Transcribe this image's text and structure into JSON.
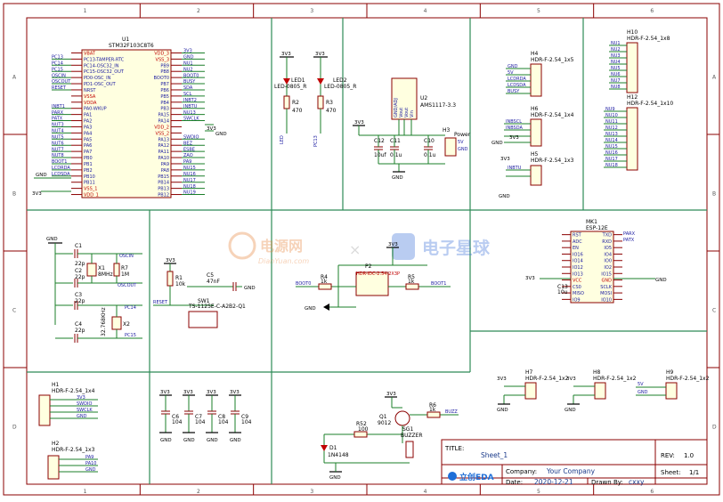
{
  "frame": {
    "cols": [
      "1",
      "2",
      "3",
      "4",
      "5",
      "6"
    ],
    "rows": [
      "A",
      "B",
      "C",
      "D"
    ]
  },
  "title_block": {
    "title_label": "TITLE:",
    "title": "Sheet_1",
    "rev_label": "REV:",
    "rev": "1.0",
    "company_label": "Company:",
    "company": "Your Company",
    "sheet_label": "Sheet:",
    "sheet": "1/1",
    "date_label": "Date:",
    "date": "2020-12-21",
    "drawn_label": "Drawn By:",
    "drawn": "cxxy",
    "logo": "立创EDA"
  },
  "watermark": {
    "left": "电源网",
    "left_sub": "DianYuan.com",
    "x": "×",
    "right": "电子星球"
  },
  "u1": {
    "ref": "U1",
    "value": "STM32F103C8T6",
    "left_pins": [
      "VBAT",
      "PC13-TAMPER-RTC",
      "PC14-OSC32_IN",
      "PC15-OSC32_OUT",
      "PD0-OSC_IN",
      "PD1-OSC_OUT",
      "NRST",
      "VSSA",
      "VDDA",
      "PA0-WKUP",
      "PA1",
      "PA2",
      "PA3",
      "PA4",
      "PA5",
      "PA6",
      "PA7",
      "PB0",
      "PB1",
      "PB2",
      "PB10",
      "PB11",
      "VSS_1",
      "VDD_1"
    ],
    "right_pins": [
      "VDD_3",
      "VSS_3",
      "PB9",
      "PB8",
      "BOOT0",
      "PB7",
      "PB6",
      "PB5",
      "PB4",
      "PB3",
      "PA15",
      "PA14",
      "VDD_2",
      "VSS_2",
      "PA13",
      "PA12",
      "PA11",
      "PA10",
      "PA9",
      "PA8",
      "PB15",
      "PB14",
      "PB13",
      "PB12"
    ],
    "left_nets": [
      "",
      "PC13",
      "PC14",
      "PC15",
      "OSCIN",
      "OSCOUT",
      "RESET",
      "",
      "",
      "INBT1",
      "PARX",
      "PATX",
      "NUT3",
      "NUT4",
      "NUT5",
      "NUT6",
      "NUT7",
      "NUT8",
      "BOOT1",
      "LCDRDA",
      "LCDSDA",
      "",
      "",
      ""
    ],
    "right_nets": [
      "3V3",
      "GND",
      "NU1",
      "NU2",
      "BOOT0",
      "BUSY",
      "SDA",
      "SCL",
      "INBT2",
      "INBTU",
      "NU13",
      "SWCLK",
      "",
      "",
      "SWDIO",
      "BEZ",
      "ESBE",
      "ZAO",
      "PA9",
      "NU15",
      "NU16",
      "NU17",
      "NU18",
      "NU19"
    ],
    "gnd": "GND",
    "v33": "3V3"
  },
  "leds": {
    "v1": "3V3",
    "v2": "3V3",
    "led1_ref": "LED1",
    "led1_val": "LED-0805_R",
    "led2_ref": "LED2",
    "led2_val": "LED-0805_R",
    "r2_ref": "R2",
    "r2_val": "470",
    "r3_ref": "R3",
    "r3_val": "470",
    "net1": "LED",
    "net2": "PC13"
  },
  "u2": {
    "ref": "U2",
    "value": "AMS1117-3.3",
    "pins": [
      "GND/ADJ",
      "Vout",
      "Vout",
      "Vin"
    ],
    "v33": "3V3",
    "c12": "C12",
    "c12v": "10uf",
    "c11": "C11",
    "c11v": "0.1u",
    "c2": "C10",
    "c2v": "0.1u",
    "h3": "H3",
    "h3v": "Power",
    "h3p": [
      "5V",
      "GND"
    ],
    "gnd": "GND"
  },
  "h4": {
    "ref": "H4",
    "value": "HDR-F-2.54_1x5",
    "nets": [
      "GND",
      "5V",
      "LCDRDA",
      "LCDSDA",
      "BUSY"
    ]
  },
  "h6": {
    "ref": "H6",
    "value": "HDR-F-2.54_1x4",
    "nets": [
      "INBSCL",
      "INBSDA",
      "",
      ""
    ],
    "v": "3V3",
    "gnd": "GND"
  },
  "h5": {
    "ref": "H5",
    "value": "HDR-F-2.54_1x3",
    "nets": [
      "INBTU",
      ""
    ],
    "v": "3V3",
    "gnd": "GND"
  },
  "h10": {
    "ref": "H10",
    "value": "HDR-F-2.54_1x8",
    "nets": [
      "NU1",
      "NU2",
      "NU3",
      "NU4",
      "NU5",
      "NU6",
      "NU7",
      "NU8"
    ]
  },
  "h12": {
    "ref": "H12",
    "value": "HDR-F-2.54_1x10",
    "nets": [
      "NU9",
      "NU10",
      "NU11",
      "NU12",
      "NU13",
      "NU14",
      "NU15",
      "NU16",
      "NU17",
      "NU18"
    ]
  },
  "osc": {
    "gnd": "GND",
    "c1": "C1",
    "c1v": "22p",
    "c2": "C2",
    "c2v": "22p",
    "x1": "X1",
    "x1v": "8MHz",
    "r7": "R7",
    "r7v": "1M",
    "c3": "C3",
    "c3v": "22p",
    "c4": "C4",
    "c4v": "22p",
    "x2": "X2",
    "x2v": "32.768KHz",
    "n1": "OSCIN",
    "n2": "OSCOUT",
    "n3": "PC14",
    "n4": "PC15"
  },
  "reset": {
    "v": "3V3",
    "r1": "R1",
    "r1v": "10k",
    "c5": "C5",
    "c5v": "47nF",
    "sw": "SW1",
    "swv": "TS-1125E-C-A2B2-Q1",
    "net": "RESET",
    "gnd": "GND"
  },
  "p2": {
    "ref": "P2",
    "value": "HDR-IDC-2.54-2X3P",
    "r4": "R4",
    "r4v": "1k",
    "r5": "R5",
    "r5v": "1k",
    "n1": "BOOT0",
    "n2": "BOOT1",
    "v": "3V3",
    "gnd": "GND"
  },
  "mk1": {
    "ref": "MK1",
    "value": "ESP-12E",
    "left": [
      "RST",
      "ADC",
      "EN",
      "IO16",
      "IO14",
      "IO12",
      "IO13",
      "VCC",
      "CS0",
      "MISO",
      "IO9"
    ],
    "right": [
      "TXD",
      "RXD",
      "IO5",
      "IO4",
      "IO0",
      "IO2",
      "IO15",
      "GND",
      "SCLK",
      "MOSI",
      "IO10"
    ],
    "nets": [
      "PARX",
      "PATX"
    ],
    "v": "3V3",
    "gnd": "GND",
    "cap": "C13",
    "capv": "10u"
  },
  "h1": {
    "ref": "H1",
    "value": "HDR-F-2.54_1x4",
    "nets": [
      "3V3",
      "SWDIO",
      "SWCLK",
      "GND"
    ]
  },
  "h2": {
    "ref": "H2",
    "value": "HDR-F-2.54_1x3",
    "nets": [
      "PA9",
      "PA10",
      "GND"
    ]
  },
  "decoup": {
    "caps": [
      {
        "r": "C6",
        "v": "104"
      },
      {
        "r": "C7",
        "v": "104"
      },
      {
        "r": "C8",
        "v": "104"
      },
      {
        "r": "C9",
        "v": "104"
      }
    ],
    "v": "3V3",
    "gnd": "GND"
  },
  "buzzer": {
    "v": "3V3",
    "q": "Q1",
    "qv": "9012",
    "r6": "R6",
    "r6v": "1k",
    "r52": "R52",
    "r52v": "100",
    "d": "D1",
    "dv": "1N4148",
    "sg": "SG1",
    "sgv": "BUZZER",
    "net": "BUZZ",
    "gnd": "GND"
  },
  "h7": {
    "ref": "H7",
    "value": "HDR-F-2.54_1x2",
    "v": "3V3",
    "gnd": "GND"
  },
  "h8": {
    "ref": "H8",
    "value": "HDR-F-2.54_1x2",
    "v": "3V3",
    "gnd": "GND"
  },
  "h9": {
    "ref": "H9",
    "value": "HDR-F-2.54_1x2",
    "nets": [
      "5V",
      "GND"
    ]
  }
}
